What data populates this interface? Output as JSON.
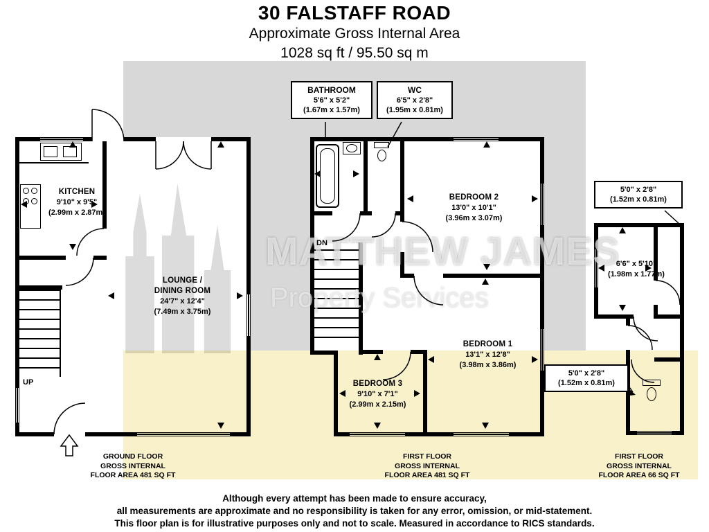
{
  "header": {
    "title": "30 FALSTAFF ROAD",
    "subtitle": "Approximate Gross Internal Area",
    "area": "1028 sq ft / 95.50 sq m"
  },
  "watermark": {
    "name": "MATTHEW JAMES",
    "tagline": "Property Services"
  },
  "ground_floor": {
    "kitchen": {
      "name": "KITCHEN",
      "dims": "9'10\" x 9'5\"",
      "metric": "(2.99m x 2.87m)"
    },
    "lounge": {
      "name1": "LOUNGE /",
      "name2": "DINING ROOM",
      "dims": "24'7\" x 12'4\"",
      "metric": "(7.49m x 3.75m)"
    },
    "stairs_label": "UP",
    "caption": {
      "line1": "GROUND FLOOR",
      "line2": "GROSS INTERNAL",
      "line3": "FLOOR AREA 481 SQ FT"
    }
  },
  "first_floor": {
    "bathroom_callout": {
      "name": "BATHROOM",
      "dims": "5'6\" x 5'2\"",
      "metric": "(1.67m x 1.57m)"
    },
    "wc_callout": {
      "name": "WC",
      "dims": "6'5\" x 2'8\"",
      "metric": "(1.95m x 0.81m)"
    },
    "bedroom2": {
      "name": "BEDROOM 2",
      "dims": "13'0\" x 10'1\"",
      "metric": "(3.96m x 3.07m)"
    },
    "bedroom1": {
      "name": "BEDROOM 1",
      "dims": "13'1\" x 12'8\"",
      "metric": "(3.98m x 3.86m)"
    },
    "bedroom3": {
      "name": "BEDROOM 3",
      "dims": "9'10\" x 7'1\"",
      "metric": "(2.99m x 2.15m)"
    },
    "stairs_label": "DN",
    "caption": {
      "line1": "FIRST FLOOR",
      "line2": "GROSS INTERNAL",
      "line3": "FLOOR AREA 481 SQ FT"
    }
  },
  "annexe": {
    "top_label": {
      "dims": "5'0\" x 2'8\"",
      "metric": "(1.52m x 0.81m)"
    },
    "room": {
      "dims": "6'6\" x 5'10\"",
      "metric": "(1.98m x 1.77m)"
    },
    "bottom_label": {
      "dims": "5'0\" x 2'8\"",
      "metric": "(1.52m x 0.81m)"
    },
    "caption": {
      "line1": "FIRST FLOOR",
      "line2": "GROSS INTERNAL",
      "line3": "FLOOR AREA 66 SQ FT"
    }
  },
  "footer": {
    "line1": "Although every attempt has been made to ensure accuracy,",
    "line2": "all measurements are approximate and no responsibility is taken for any error, omission, or mid-statement.",
    "line3": "This floor plan is for illustrative purposes only and not to scale. Measured in accordance to RICS standards."
  },
  "colors": {
    "wall": "#000000",
    "background_gray": "#d8d8d8",
    "background_yellow": "#f9f1c9"
  }
}
